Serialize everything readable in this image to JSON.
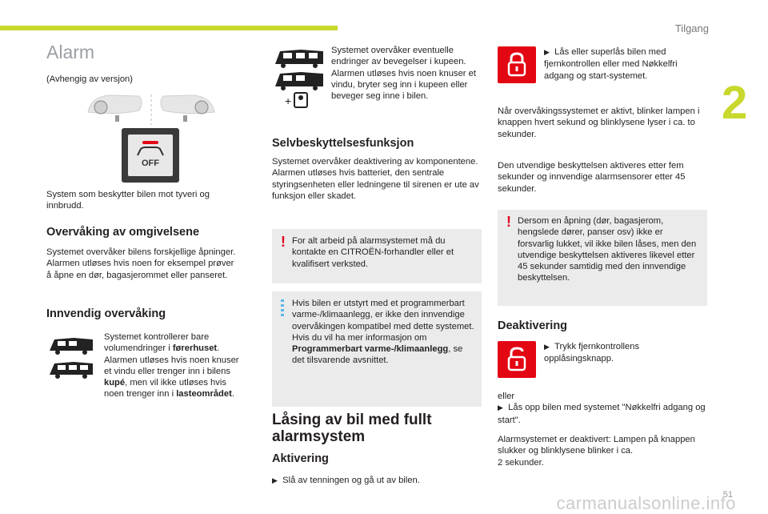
{
  "header": {
    "section": "Tilgang",
    "chapter": "2"
  },
  "footer": {
    "page": "51",
    "watermark": "carmanualsonline.info"
  },
  "col1": {
    "title": "Alarm",
    "subtitle": "(Avhengig av versjon)",
    "button_label": "OFF",
    "intro": "System som beskytter bilen mot tyveri og innbrudd.",
    "h_ext": "Overvåking av omgivelsene",
    "ext_p1": "Systemet overvåker bilens forskjellige åpninger.",
    "ext_p2": "Alarmen utløses hvis noen for eksempel prøver å åpne en dør, bagasjerommet eller panseret.",
    "h_int": "Innvendig overvåking",
    "int_a": "Systemet kontrollerer bare volumendringer i ",
    "int_b": "førerhuset",
    "int_c": ". Alarmen utløses hvis noen knuser et vindu eller trenger inn i bilens ",
    "int_d": "kupé",
    "int_e": ", men vil ikke utløses hvis noen trenger inn i ",
    "int_f": "lasteområdet",
    "int_g": "."
  },
  "col2": {
    "top_text": "Systemet overvåker eventuelle endringer av bevegelser i kupeen. Alarmen utløses hvis noen knuser et vindu, bryter seg inn i kupeen eller beveger seg inne i bilen.",
    "h_self": "Selvbeskyttelsesfunksjon",
    "self_p1": "Systemet overvåker deaktivering av komponentene.",
    "self_p2": "Alarmen utløses hvis batteriet, den sentrale styringsenheten eller ledningene til sirenen er ute av funksjon eller skadet.",
    "warn": "For alt arbeid på alarmsystemet må du kontakte en CITROËN-forhandler eller et kvalifisert verksted.",
    "info_p1": "Hvis bilen er utstyrt med et programmerbart varme-/klimaanlegg, er ikke den innvendige overvåkingen kompatibel med dette systemet.",
    "info_p2a": "Hvis du vil ha mer informasjon om ",
    "info_p2b": "Programmerbart varme-/klimaanlegg",
    "info_p2c": ", se det tilsvarende avsnittet.",
    "h_lock": "Låsing av bil med fullt alarmsystem",
    "h_act": "Aktivering",
    "act_item": "Slå av tenningen og gå ut av bilen."
  },
  "col3": {
    "lock_item": "Lås eller superlås bilen med fjernkontrollen eller med Nøkkelfri adgang og start-systemet.",
    "p1": "Når overvåkingssystemet er aktivt, blinker lampen i knappen hvert sekund og blinklysene lyser i ca. to sekunder.",
    "p2": "Den utvendige beskyttelsen aktiveres etter fem sekunder og innvendige alarmsensorer etter 45 sekunder.",
    "warn": "Dersom en åpning (dør, bagasjerom, hengslede dører, panser osv) ikke er forsvarlig lukket, vil ikke bilen låses, men den utvendige beskyttelsen aktiveres likevel etter 45 sekunder samtidig med den innvendige beskyttelsen.",
    "h_deact": "Deaktivering",
    "unlock_item": "Trykk fjernkontrollens opplåsingsknapp.",
    "or": "eller",
    "or_item": "Lås opp bilen med systemet \"Nøkkelfri adgang og start\".",
    "final1": "Alarmsystemet er deaktivert: Lampen på knappen slukker og blinklysene blinker i ca.",
    "final2": "2 sekunder."
  },
  "icons": {
    "bullet": "F"
  }
}
